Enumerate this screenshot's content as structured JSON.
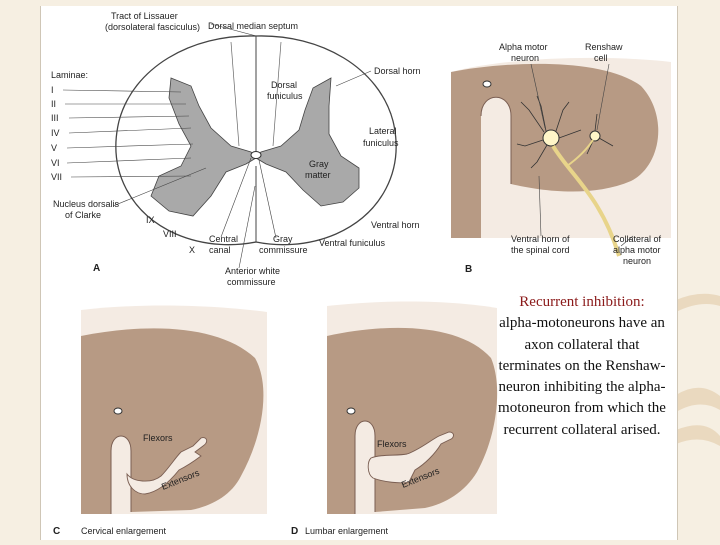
{
  "colors": {
    "gray_matter": "#b79a84",
    "white_matter": "#f4ebe3",
    "outline": "#7a5e52",
    "grey_fill": "#a9a9a9",
    "caption_title": "#8b1a1a",
    "background": "#f6efe2"
  },
  "panel_a": {
    "letter": "A",
    "labels": {
      "tract_of_lissauer": "Tract of Lissauer",
      "dorsolateral_fasciculus": "(dorsolateral fasciculus)",
      "dorsal_median_septum": "Dorsal median septum",
      "laminae": "Laminae:",
      "lamina_1": "I",
      "lamina_2": "II",
      "lamina_3": "III",
      "lamina_4": "IV",
      "lamina_5": "V",
      "lamina_6": "VI",
      "lamina_7": "VII",
      "dorsal_horn": "Dorsal horn",
      "dorsal_funiculus_1": "Dorsal",
      "dorsal_funiculus_2": "funiculus",
      "lateral_funiculus_1": "Lateral",
      "lateral_funiculus_2": "funiculus",
      "gray_matter_1": "Gray",
      "gray_matter_2": "matter",
      "nucleus_dorsalis_1": "Nucleus dorsalis",
      "nucleus_dorsalis_2": "of Clarke",
      "lamina_9": "IX",
      "lamina_8": "VIII",
      "lamina_10": "X",
      "central_canal_1": "Central",
      "central_canal_2": "canal",
      "gray_commissure_1": "Gray",
      "gray_commissure_2": "commissure",
      "ventral_horn": "Ventral horn",
      "ventral_funiculus": "Ventral funiculus",
      "anterior_white_commissure_1": "Anterior white",
      "anterior_white_commissure_2": "commissure"
    }
  },
  "panel_b": {
    "letter": "B",
    "labels": {
      "alpha_motor_neuron_1": "Alpha motor",
      "alpha_motor_neuron_2": "neuron",
      "renshaw_cell_1": "Renshaw",
      "renshaw_cell_2": "cell",
      "ventral_horn_1": "Ventral horn of",
      "ventral_horn_2": "the spinal cord",
      "collateral_1": "Collateral of",
      "collateral_2": "alpha motor",
      "collateral_3": "neuron"
    }
  },
  "panel_c": {
    "letter": "C",
    "caption": "Cervical enlargement",
    "flexors": "Flexors",
    "extensors": "Extensors"
  },
  "panel_d": {
    "letter": "D",
    "caption": "Lumbar enlargement",
    "flexors": "Flexors",
    "extensors": "Extensors"
  },
  "caption": {
    "title": "Recurrent inhibition:",
    "body": "alpha-motoneurons have an axon collateral that terminates on the Renshaw-neuron inhibiting the alpha-motoneuron from which the recurrent collateral arised."
  }
}
